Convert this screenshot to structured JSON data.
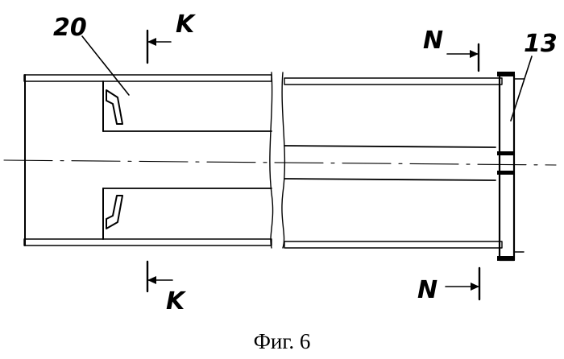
{
  "figure": {
    "caption": "Фиг. 6",
    "labels": {
      "part_20": "20",
      "part_13": "13",
      "section_k_top": "K",
      "section_k_bottom": "K",
      "section_n_top": "N",
      "section_n_bottom": "N"
    }
  }
}
